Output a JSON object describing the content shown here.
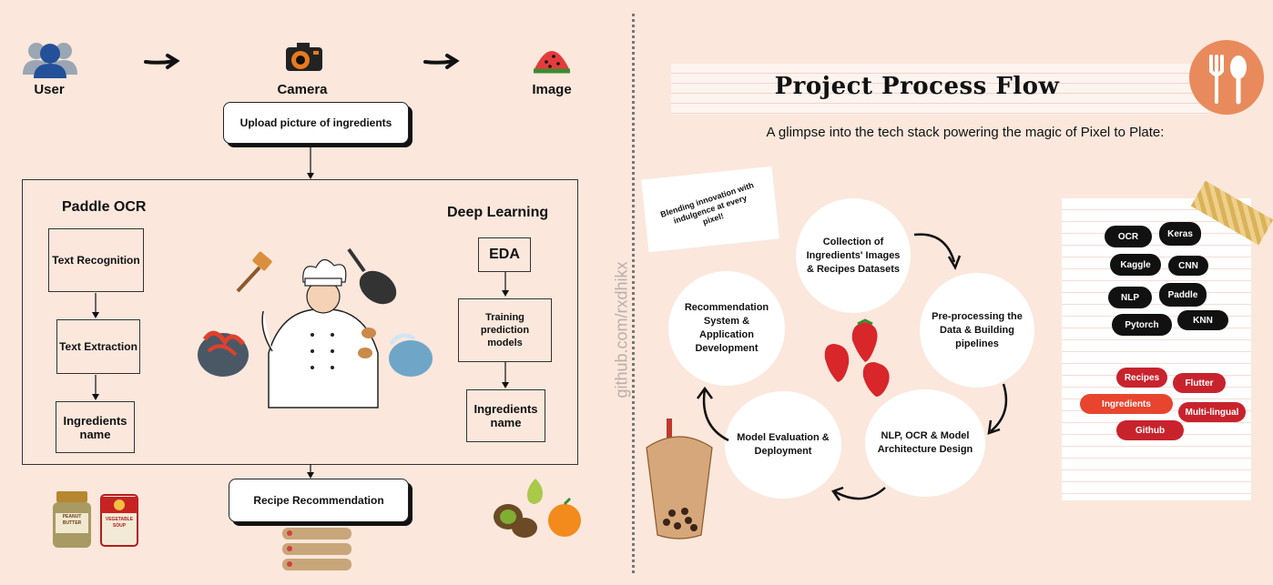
{
  "left": {
    "flow_top": {
      "user": "User",
      "camera": "Camera",
      "image": "Image"
    },
    "upload_button": "Upload picture of ingredients",
    "paddle": {
      "title": "Paddle OCR",
      "steps": [
        "Text Recognition",
        "Text Extraction",
        "Ingredients name"
      ]
    },
    "deep": {
      "title": "Deep Learning",
      "steps": [
        "EDA",
        "Training prediction models",
        "Ingredients name"
      ]
    },
    "recommend_button": "Recipe Recommendation",
    "jar_labels": {
      "peanut": "PEANUT BUTTER",
      "soup": "VEGETABLE SOUP"
    }
  },
  "watermark": "github.com/rxdhikx",
  "right": {
    "title": "Project Process Flow",
    "subtitle": "A glimpse into the tech stack powering the magic of Pixel to Plate:",
    "note": "Blending innovation with indulgence at every pixel!",
    "cycle": [
      "Collection of Ingredients' Images & Recipes Datasets",
      "Pre-processing the Data & Building pipelines",
      "NLP, OCR & Model Architecture Design",
      "Model Evaluation & Deployment",
      "Recommendation System & Application Development"
    ],
    "tech_tags": [
      "OCR",
      "Keras",
      "Kaggle",
      "CNN",
      "NLP",
      "Paddle",
      "Pytorch",
      "KNN"
    ],
    "feature_tags": [
      "Recipes",
      "Flutter",
      "Ingredients",
      "Multi-lingual",
      "Github"
    ]
  },
  "colors": {
    "background": "#fbe7dc",
    "tag_black": "#111111",
    "tag_red": "#c8232d",
    "accent_orange": "#e98a5c"
  }
}
